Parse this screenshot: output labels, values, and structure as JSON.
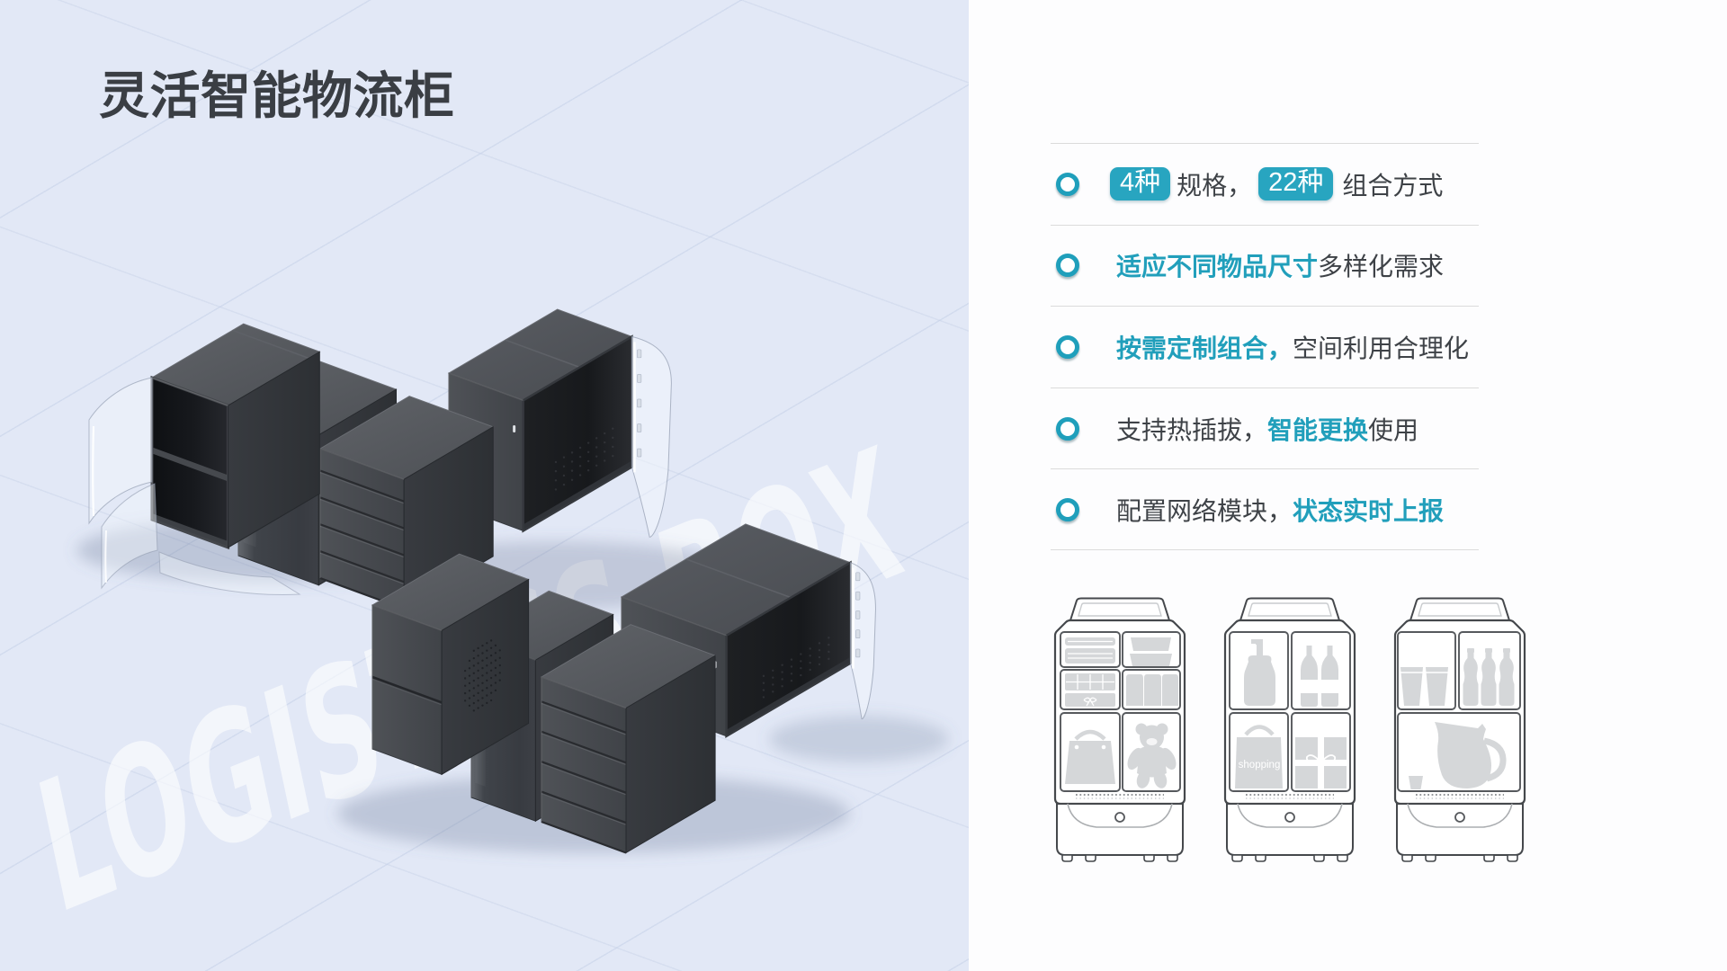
{
  "header": {
    "title": "灵活智能物流柜"
  },
  "showcase": {
    "watermark": "LOGISTICS BOX"
  },
  "features": {
    "items": [
      {
        "segments": [
          {
            "type": "badge",
            "text": "4种"
          },
          {
            "type": "text",
            "text": "规格，"
          },
          {
            "type": "badge",
            "text": "22种"
          },
          {
            "type": "text",
            "text": "组合方式"
          }
        ]
      },
      {
        "segments": [
          {
            "type": "highlight",
            "text": "适应不同物品尺寸"
          },
          {
            "type": "text",
            "text": "多样化需求"
          }
        ]
      },
      {
        "segments": [
          {
            "type": "highlight",
            "text": "按需定制组合，"
          },
          {
            "type": "text",
            "text": "空间利用合理化"
          }
        ]
      },
      {
        "segments": [
          {
            "type": "text",
            "text": "支持热插拔，"
          },
          {
            "type": "highlight",
            "text": "智能更换"
          },
          {
            "type": "text",
            "text": "使用"
          }
        ]
      },
      {
        "segments": [
          {
            "type": "text",
            "text": "配置网络模块，"
          },
          {
            "type": "highlight",
            "text": "状态实时上报"
          }
        ]
      }
    ]
  },
  "mini_cabinets": {
    "bag_label": "shopping"
  },
  "colors": {
    "accent_teal": "#28a5c0",
    "panel_blue": "#e2e8f6",
    "text_dark": "#3e4247",
    "cabinet_dark": "#45484d"
  }
}
